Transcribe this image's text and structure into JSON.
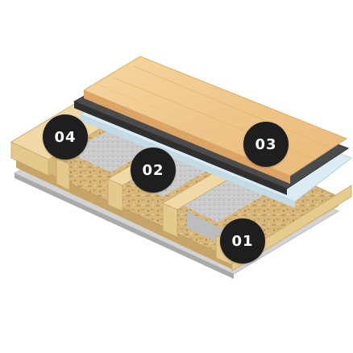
{
  "markers": [
    {
      "id": "m04",
      "label": "04"
    },
    {
      "id": "m02",
      "label": "02"
    },
    {
      "id": "m03",
      "label": "03"
    },
    {
      "id": "m01",
      "label": "01"
    }
  ],
  "colors": {
    "marker_fill": "#1e1e1e",
    "marker_text": "#ffffff",
    "floorboard": "#f0c98a",
    "underlay_dark": "#4a4a4a",
    "insulation_board": "#d8ecf5",
    "osb": "#d7b77c",
    "joist": "#e8cf94",
    "insulation_fill": "#c9c9c9",
    "base_plate": "#cfcfcf"
  }
}
